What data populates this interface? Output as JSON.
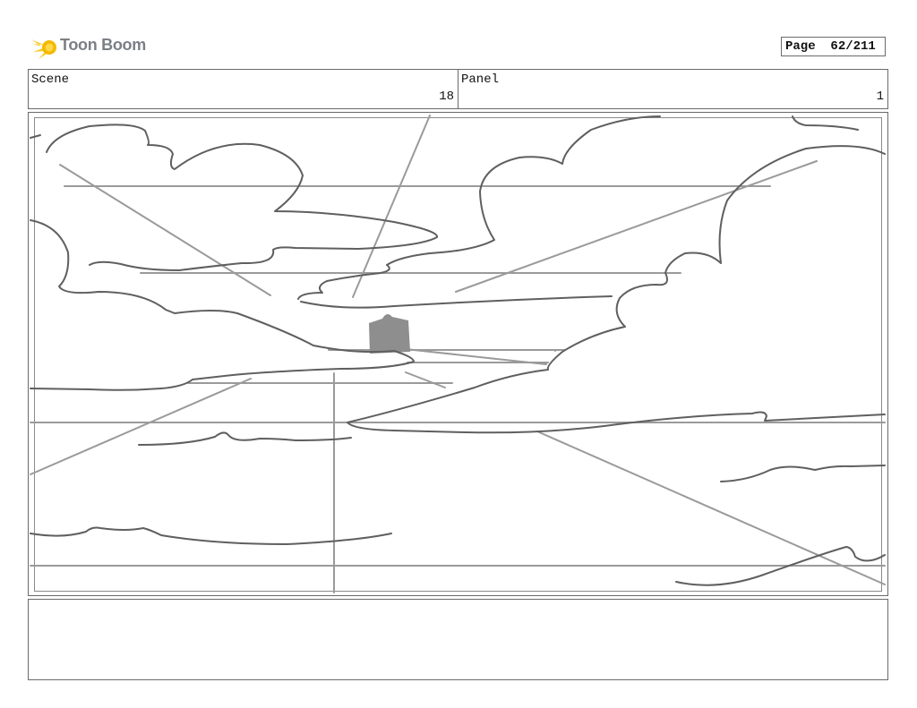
{
  "header": {
    "logo_text": "Toon Boom",
    "page_label": "Page",
    "page_value": "62/211"
  },
  "info": {
    "scene_label": "Scene",
    "scene_value": "18",
    "panel_label": "Panel",
    "panel_value": "1"
  },
  "colors": {
    "border": "#6a6a6a",
    "sketch_dark": "#5f5f5f",
    "sketch_light": "#9a9a9a",
    "logo_accent": "#f5c400"
  },
  "notes": {
    "text": ""
  }
}
